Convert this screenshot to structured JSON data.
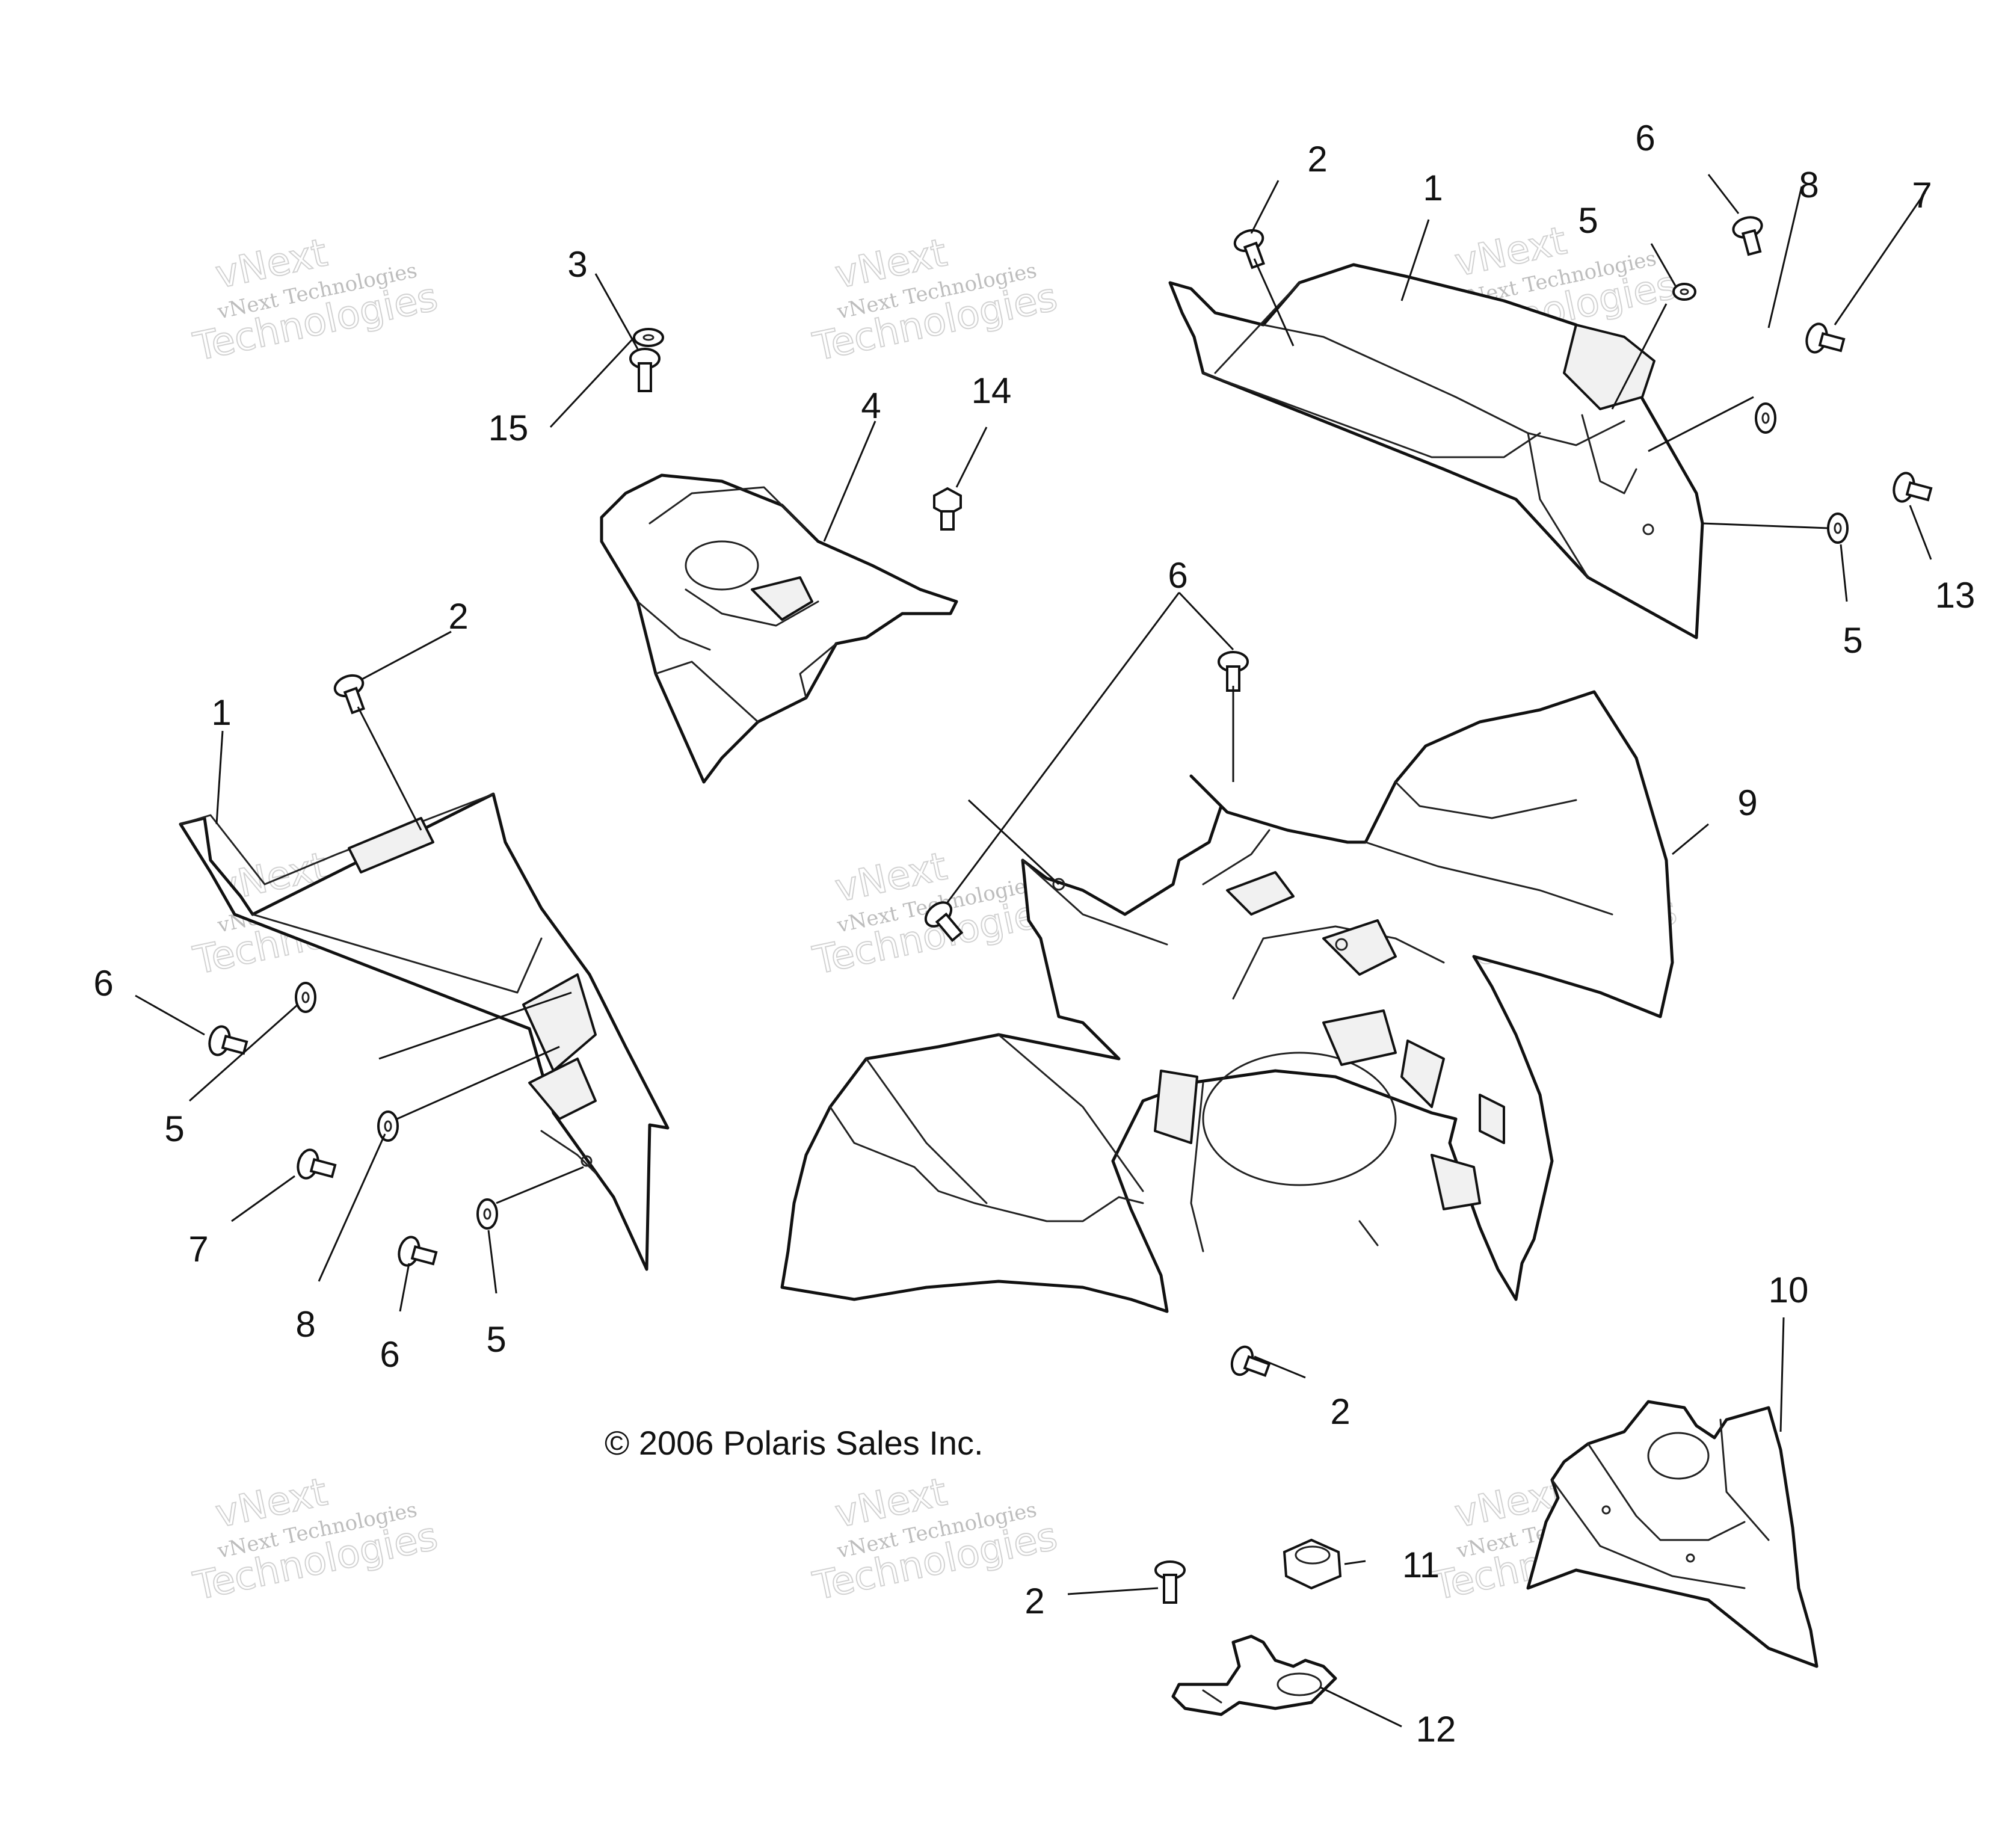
{
  "copyright": "© 2006 Polaris Sales Inc.",
  "watermark": {
    "brand": "vNext",
    "line": "vNext Technologies",
    "word": "Technologies"
  },
  "callouts": {
    "c2_top_right": "2",
    "c1_top_right": "1",
    "c6_top_right": "6",
    "c5_top_right": "5",
    "c8_top_right": "8",
    "c7_top_right": "7",
    "c13": "13",
    "c5_right_lower": "5",
    "c3": "3",
    "c15": "15",
    "c4": "4",
    "c14": "14",
    "c2_left": "2",
    "c1_left": "1",
    "c6_center": "6",
    "c9": "9",
    "c6_left": "6",
    "c5_left": "5",
    "c7_left": "7",
    "c8_left": "8",
    "c6_left_bottom": "6",
    "c5_left_bottom": "5",
    "c2_center_bottom": "2",
    "c10": "10",
    "c11": "11",
    "c2_bottom": "2",
    "c12": "12"
  }
}
